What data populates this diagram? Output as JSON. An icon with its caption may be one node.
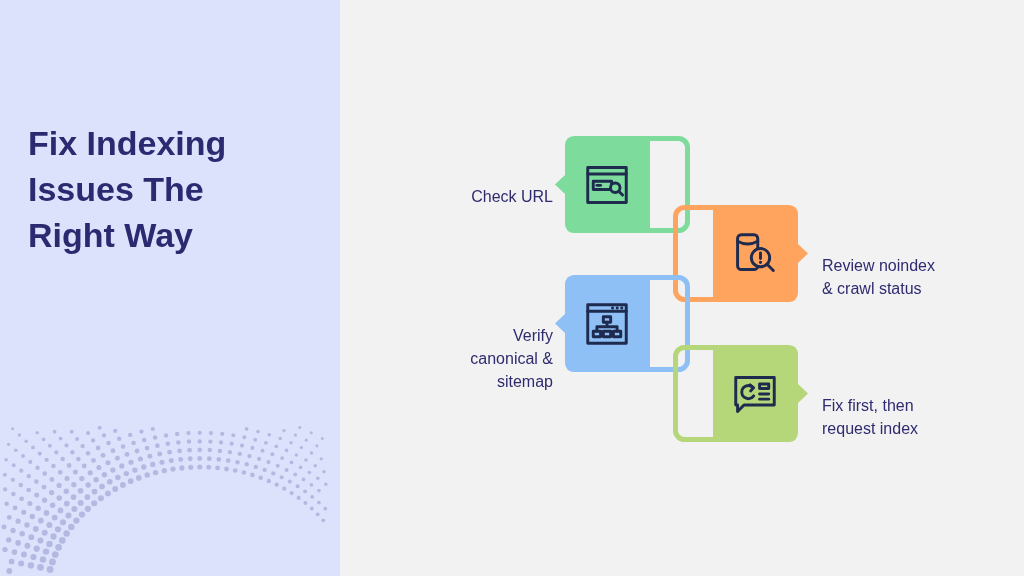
{
  "diagram": {
    "title": "Fix Indexing Issues The Right Way",
    "nodes": [
      {
        "text": [],
        "shape": "box",
        "beside": [
          "Check URL"
        ]
      },
      {
        "text": [],
        "shape": "box",
        "beside": [
          "Review noindex & crawl status"
        ]
      },
      {
        "text": [],
        "shape": "box",
        "beside": [
          "Verify canonical & sitemap"
        ]
      },
      {
        "text": [],
        "shape": "box",
        "beside": [
          "Fix first, then request index"
        ]
      }
    ]
  }
}
